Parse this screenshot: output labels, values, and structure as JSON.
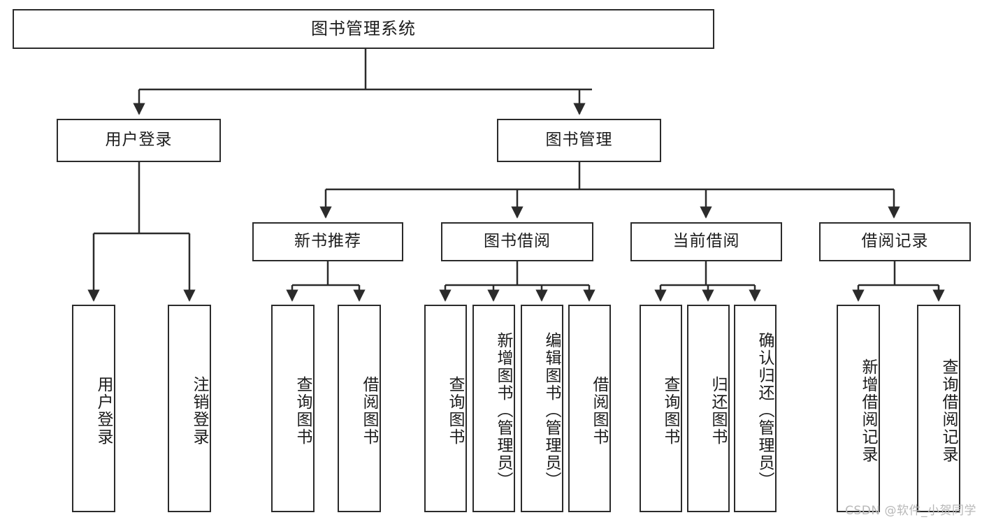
{
  "diagram": {
    "title": "图书管理系统",
    "type": "tree-hierarchy-diagram",
    "watermark": "CSDN @软件_小贺同学",
    "colors": {
      "background": "#ffffff",
      "box_border": "#2b2b2b",
      "text": "#1c1c1c",
      "edge": "#2b2b2b",
      "watermark": "#b8b8b8"
    },
    "root": {
      "label": "图书管理系统"
    },
    "level2": [
      {
        "label": "用户登录"
      },
      {
        "label": "图书管理"
      }
    ],
    "level3": [
      {
        "label": "新书推荐"
      },
      {
        "label": "图书借阅"
      },
      {
        "label": "当前借阅"
      },
      {
        "label": "借阅记录"
      }
    ],
    "leaves": {
      "user_login": [
        {
          "label": "用户登录"
        },
        {
          "label": "注销登录"
        }
      ],
      "new_book_recommend": [
        {
          "label": "查询图书"
        },
        {
          "label": "借阅图书"
        }
      ],
      "book_borrow": [
        {
          "label": "查询图书"
        },
        {
          "label": "新增图书（管理员）"
        },
        {
          "label": "编辑图书（管理员）"
        },
        {
          "label": "借阅图书"
        }
      ],
      "current_borrow": [
        {
          "label": "查询图书"
        },
        {
          "label": "归还图书"
        },
        {
          "label": "确认归还（管理员）"
        }
      ],
      "borrow_record": [
        {
          "label": "新增借阅记录"
        },
        {
          "label": "查询借阅记录"
        }
      ]
    }
  }
}
